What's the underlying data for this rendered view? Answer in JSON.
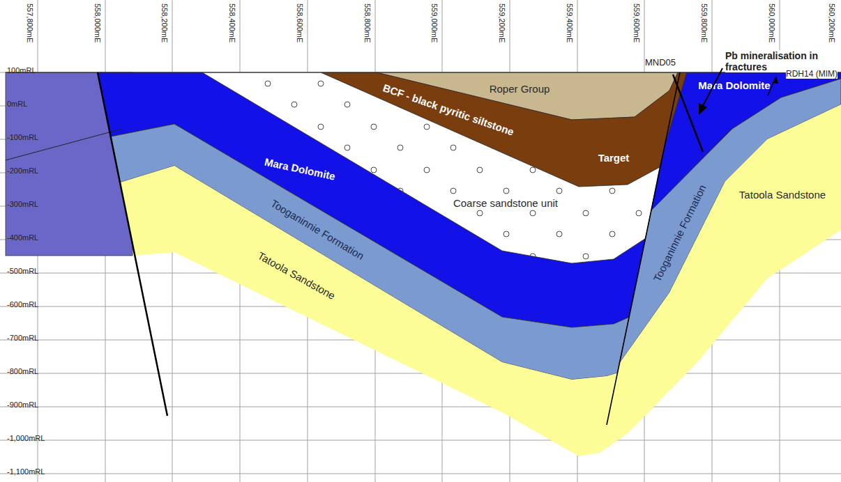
{
  "diagram": {
    "nodes": [
      {
        "text": [
          "Roper Group"
        ]
      },
      {
        "text": [
          "BCF - black pyritic siltstone",
          "Target"
        ]
      },
      {
        "text": [
          "Mara Dolomite"
        ]
      },
      {
        "text": [
          "Coarse sandstone unit"
        ]
      },
      {
        "text": [
          "Tooganinnie Formation"
        ]
      },
      {
        "text": [
          "Tatoola Sandstone"
        ]
      },
      {
        "text": [
          "Mara Dolomite"
        ]
      },
      {
        "text": [
          "Tooganinnie Formation"
        ]
      },
      {
        "text": [
          "Tatoola Sandstone"
        ]
      }
    ],
    "labels": [
      "557,800mE",
      "558,000mE",
      "558,200mE",
      "558,400mE",
      "558,600mE",
      "558,800mE",
      "559,000mE",
      "559,200mE",
      "559,400mE",
      "559,600mE",
      "559,800mE",
      "560,000mE",
      "560,200mE",
      "100mRL",
      "0mRL",
      "-100mRL",
      "-200mRL",
      "-300mRL",
      "-400mRL",
      "-500mRL",
      "-600mRL",
      "-700mRL",
      "-800mRL",
      "-900mRL",
      "-1,000mRL",
      "-1,100mRL",
      "MND05",
      "Pb mineralisation in fractures",
      "RDH14 (MIM)"
    ]
  }
}
